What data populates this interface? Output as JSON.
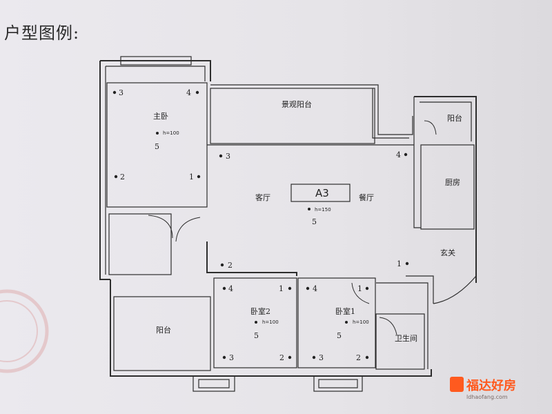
{
  "header": {
    "title": "户型图例:"
  },
  "unit_code": "A3",
  "rooms": {
    "master_bedroom": "主卧",
    "view_balcony": "景观阳台",
    "balcony_small": "阳台",
    "kitchen": "厨房",
    "living": "客厅",
    "dining": "餐厅",
    "entrance": "玄关",
    "bedroom2": "卧室2",
    "bedroom1": "卧室1",
    "balcony_large": "阳台",
    "bathroom": "卫生间"
  },
  "heights": {
    "master": "h=100",
    "living": "h=150",
    "bedroom2": "h=100",
    "bedroom1": "h=100"
  },
  "markers": {
    "m3": "3",
    "m4": "4",
    "m2": "2",
    "m1": "1",
    "m5": "5",
    "l3": "3",
    "l4": "4",
    "l5": "5",
    "l2": "2",
    "l1": "1",
    "b2_4": "4",
    "b2_1": "1",
    "b2_5": "5",
    "b2_3": "3",
    "b2_2": "2",
    "b1_4": "4",
    "b1_1": "1",
    "b1_5": "5",
    "b1_3": "3",
    "b1_2": "2"
  },
  "watermark": {
    "brand": "福达好房",
    "site": "ldhaofang.com"
  },
  "colors": {
    "ink": "#2d2d2d",
    "brand": "#ff5a1f",
    "stamp": "#d98f8f"
  }
}
